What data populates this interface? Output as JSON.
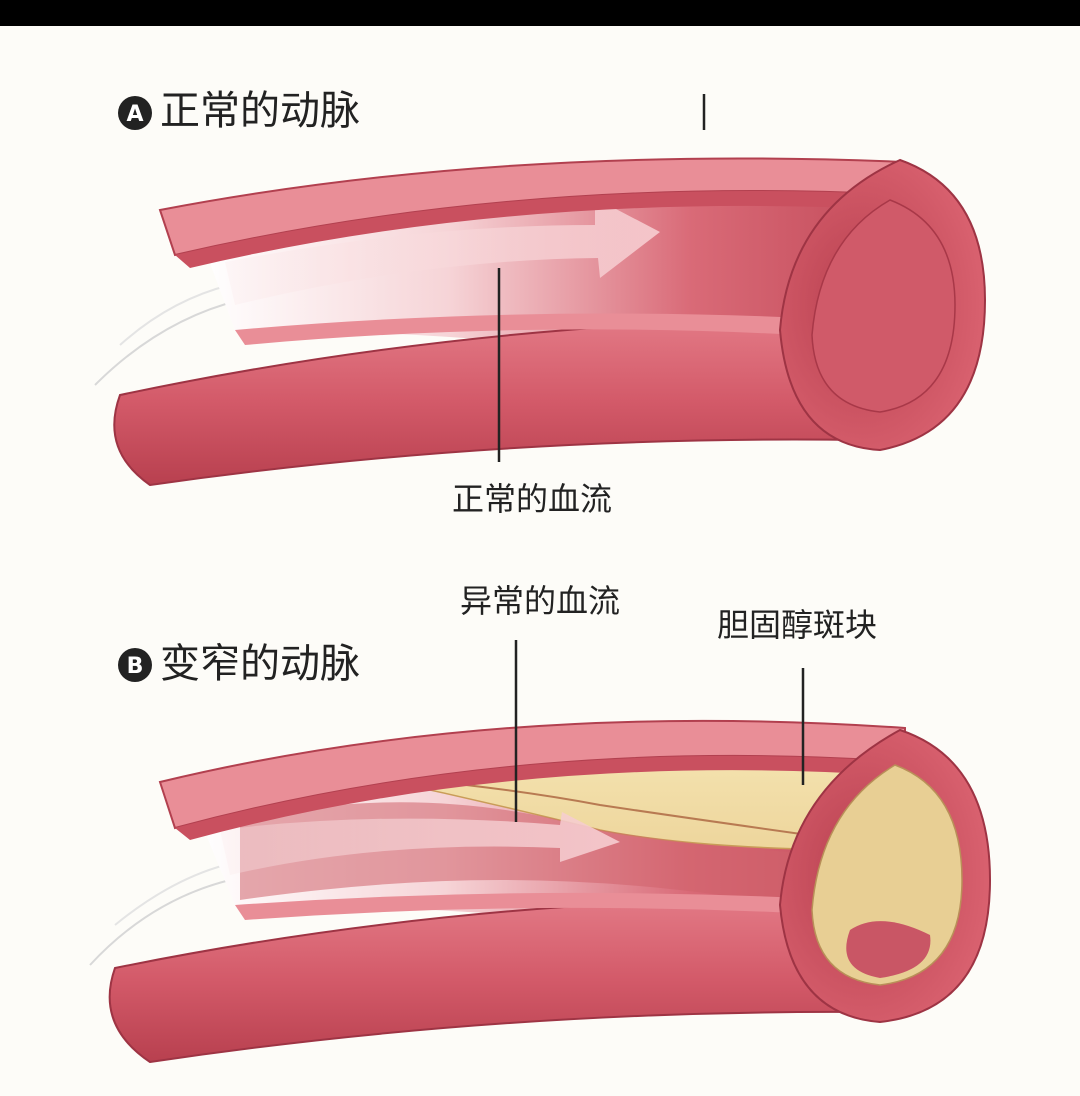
{
  "panel_a": {
    "badge": "A",
    "title": "正常的动脉",
    "flow_label": "正常的血流"
  },
  "panel_b": {
    "badge": "B",
    "title": "变窄的动脉",
    "flow_label": "异常的血流",
    "plaque_label": "胆固醇斑块"
  },
  "colors": {
    "background": "#fdfcf8",
    "top_bar": "#000000",
    "vessel_outer": "#d9616f",
    "vessel_outer_dark": "#b2404f",
    "vessel_light": "#f0a2a8",
    "vessel_inner": "#c4505e",
    "lumen_highlight": "#f7dfe0",
    "plaque": "#f1dca0",
    "plaque_dark": "#d9b872",
    "leader_line": "#222222",
    "text": "#222222"
  }
}
